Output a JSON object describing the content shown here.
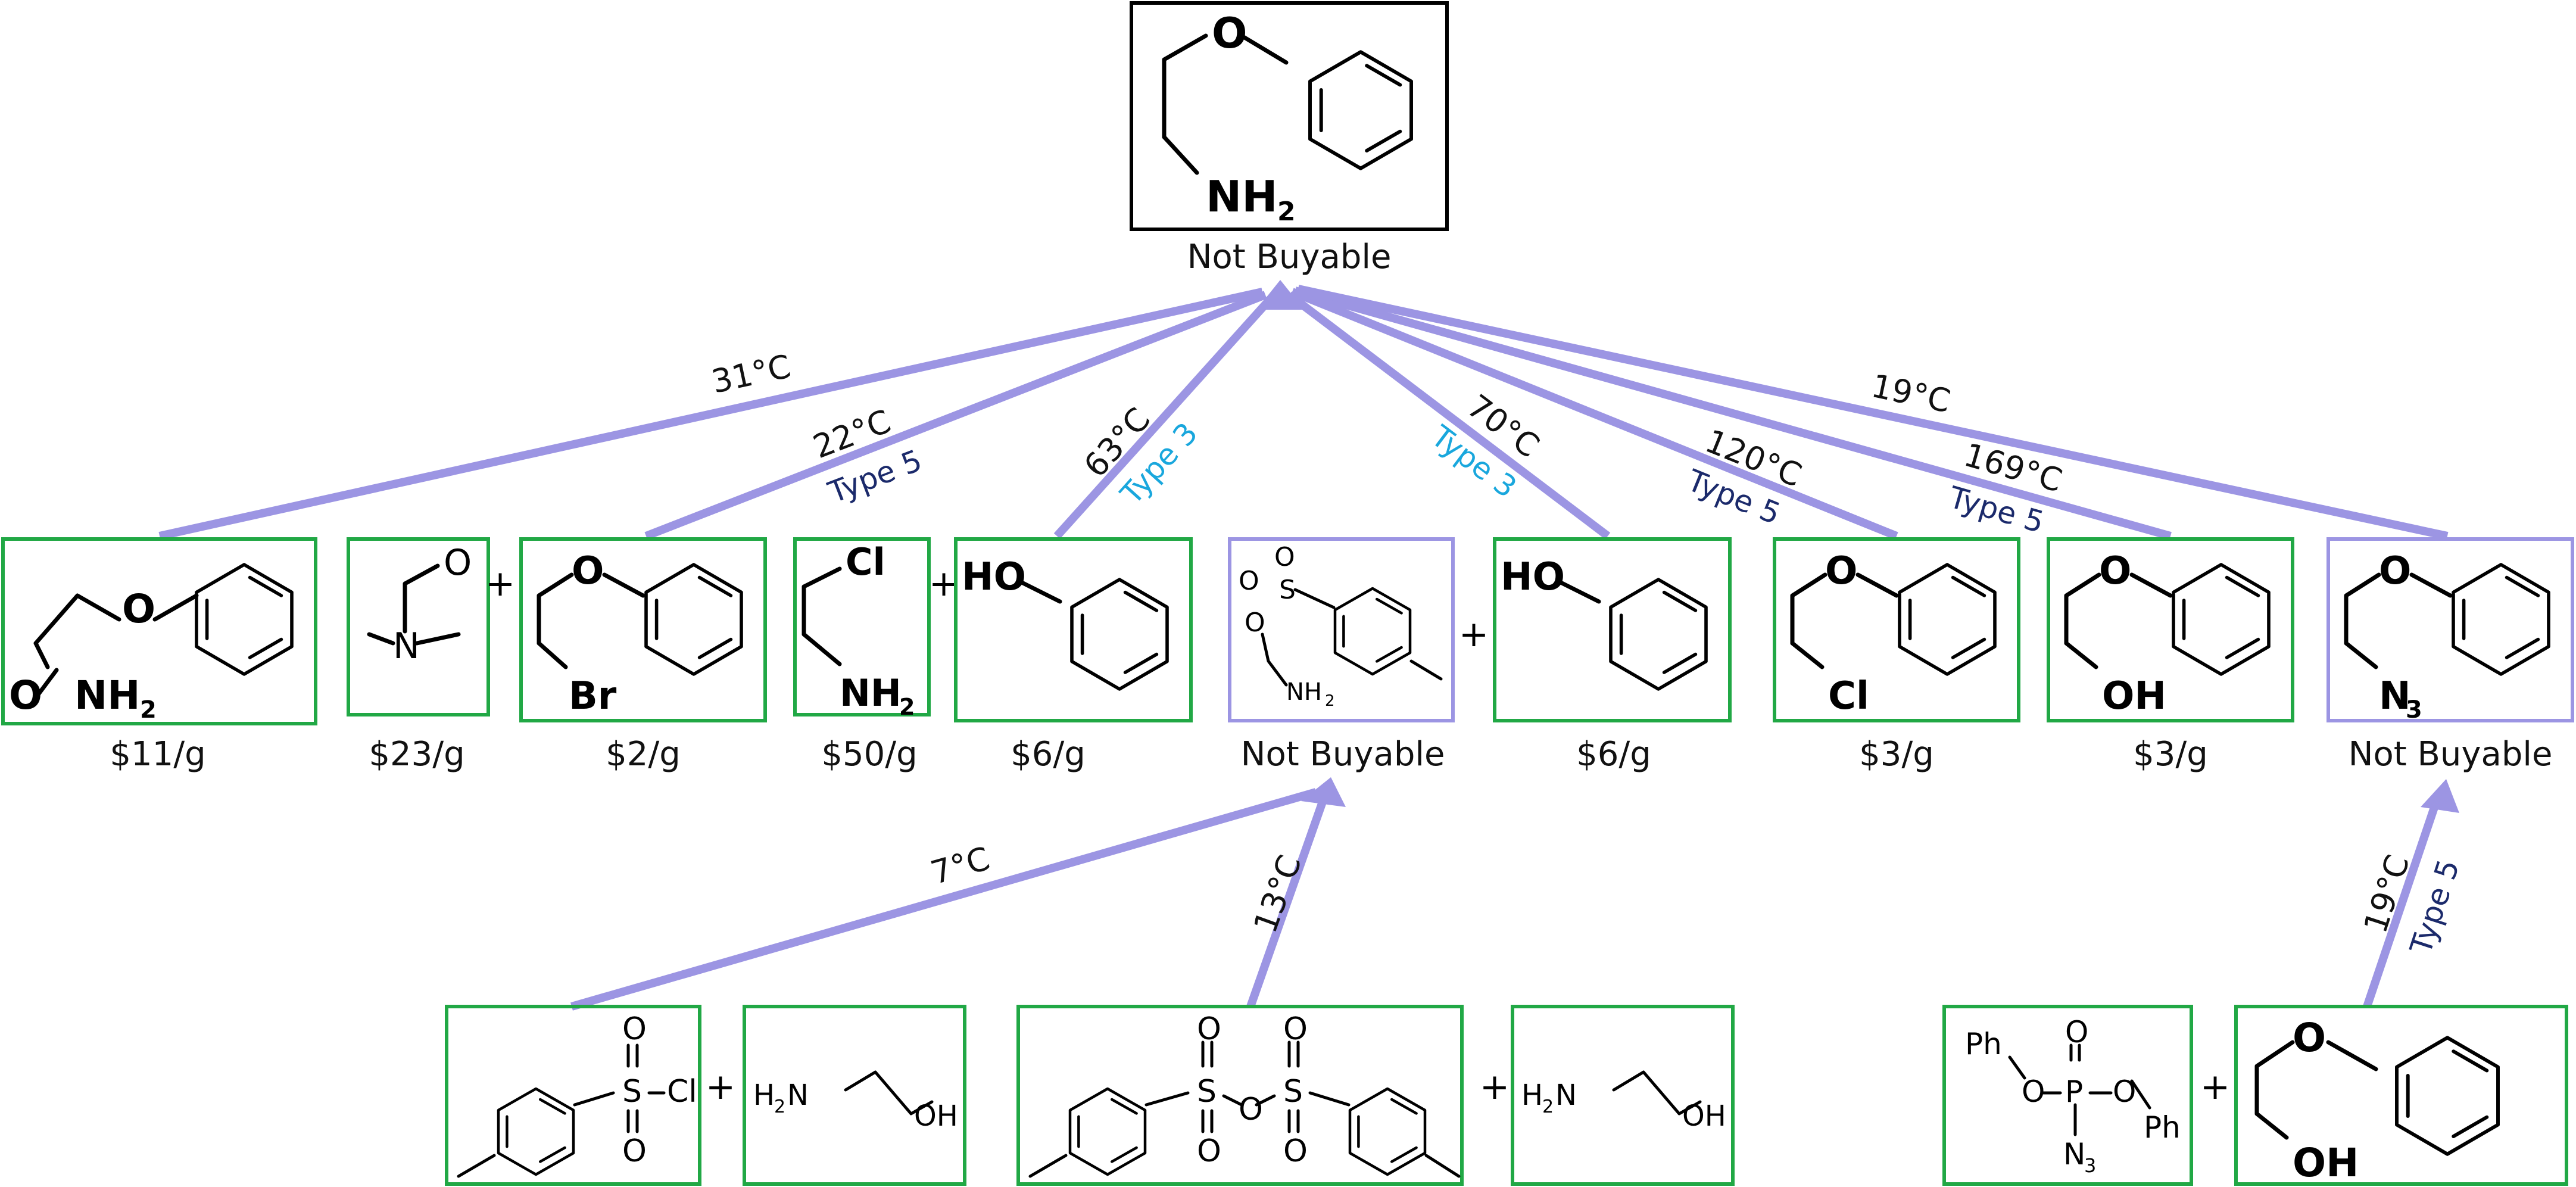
{
  "target": {
    "price": "Not Buyable",
    "atoms": {
      "O": "O",
      "amine": "NH",
      "sub": "2"
    }
  },
  "level1": [
    {
      "id": "amide",
      "price": "$11/g",
      "atoms": {
        "O_ether": "O",
        "O_carbonyl": "O",
        "amine": "NH",
        "sub": "2"
      }
    },
    {
      "id": "dmf",
      "price": "$23/g",
      "atoms": {
        "O": "O",
        "N": "N"
      }
    },
    {
      "id": "bromide",
      "price": "$2/g",
      "atoms": {
        "O": "O",
        "Br": "Br"
      }
    },
    {
      "id": "chloroethylamine",
      "price": "$50/g",
      "atoms": {
        "Cl": "Cl",
        "amine": "NH",
        "sub": "2"
      }
    },
    {
      "id": "phenol-a",
      "price": "$6/g",
      "atoms": {
        "HO": "HO"
      }
    },
    {
      "id": "tosylate",
      "price": "Not Buyable",
      "atoms": {
        "O1": "O",
        "O2": "O",
        "S": "S",
        "N": "NH",
        "sub": "2"
      }
    },
    {
      "id": "phenol-b",
      "price": "$6/g",
      "atoms": {
        "HO": "HO"
      }
    },
    {
      "id": "chloride",
      "price": "$3/g",
      "atoms": {
        "O": "O",
        "Cl": "Cl"
      }
    },
    {
      "id": "alcohol",
      "price": "$3/g",
      "atoms": {
        "O": "O",
        "OH": "OH"
      }
    },
    {
      "id": "azide",
      "price": "Not Buyable",
      "atoms": {
        "O": "O",
        "N": "N",
        "sub": "3"
      }
    }
  ],
  "level2": [
    {
      "id": "tscl",
      "atoms": {
        "S": "S",
        "O1": "O",
        "O2": "O",
        "Cl": "Cl"
      }
    },
    {
      "id": "ethanolamine-a",
      "atoms": {
        "H": "H",
        "sub": "2",
        "N": "N",
        "OH": "OH"
      }
    },
    {
      "id": "ts2o",
      "atoms": {
        "S": "S",
        "O": "O"
      }
    },
    {
      "id": "ethanolamine-b",
      "atoms": {
        "H": "H",
        "sub": "2",
        "N": "N",
        "OH": "OH"
      }
    },
    {
      "id": "dppa",
      "atoms": {
        "Ph": "Ph",
        "O": "O",
        "P": "P",
        "N": "N",
        "sub": "3"
      }
    },
    {
      "id": "alcohol-b",
      "atoms": {
        "O": "O",
        "OH": "OH"
      }
    }
  ],
  "plus": "+",
  "reactions": [
    {
      "id": "r-amide",
      "temp": "31°C",
      "type": ""
    },
    {
      "id": "r-bromide",
      "temp": "22°C",
      "type": "Type 5"
    },
    {
      "id": "r-phenol-a",
      "temp": "63°C",
      "type": "Type 3"
    },
    {
      "id": "r-tosylate",
      "temp": "70°C",
      "type": "Type 3"
    },
    {
      "id": "r-chloride",
      "temp": "120°C",
      "type": "Type 5"
    },
    {
      "id": "r-alcohol",
      "temp": "169°C",
      "type": "Type 5"
    },
    {
      "id": "r-azide",
      "temp": "19°C",
      "type": ""
    },
    {
      "id": "r-tscl",
      "temp": "7°C",
      "type": ""
    },
    {
      "id": "r-ts2o",
      "temp": "13°C",
      "type": ""
    },
    {
      "id": "r-dppa",
      "temp": "19°C",
      "type": "Type 5"
    }
  ],
  "colors": {
    "buyable": "#21a845",
    "not_buyable": "#9c95e3",
    "target": "#000000",
    "arrow": "#9c95e3",
    "type5": "#1b2a6b",
    "type3": "#19a7dd"
  }
}
